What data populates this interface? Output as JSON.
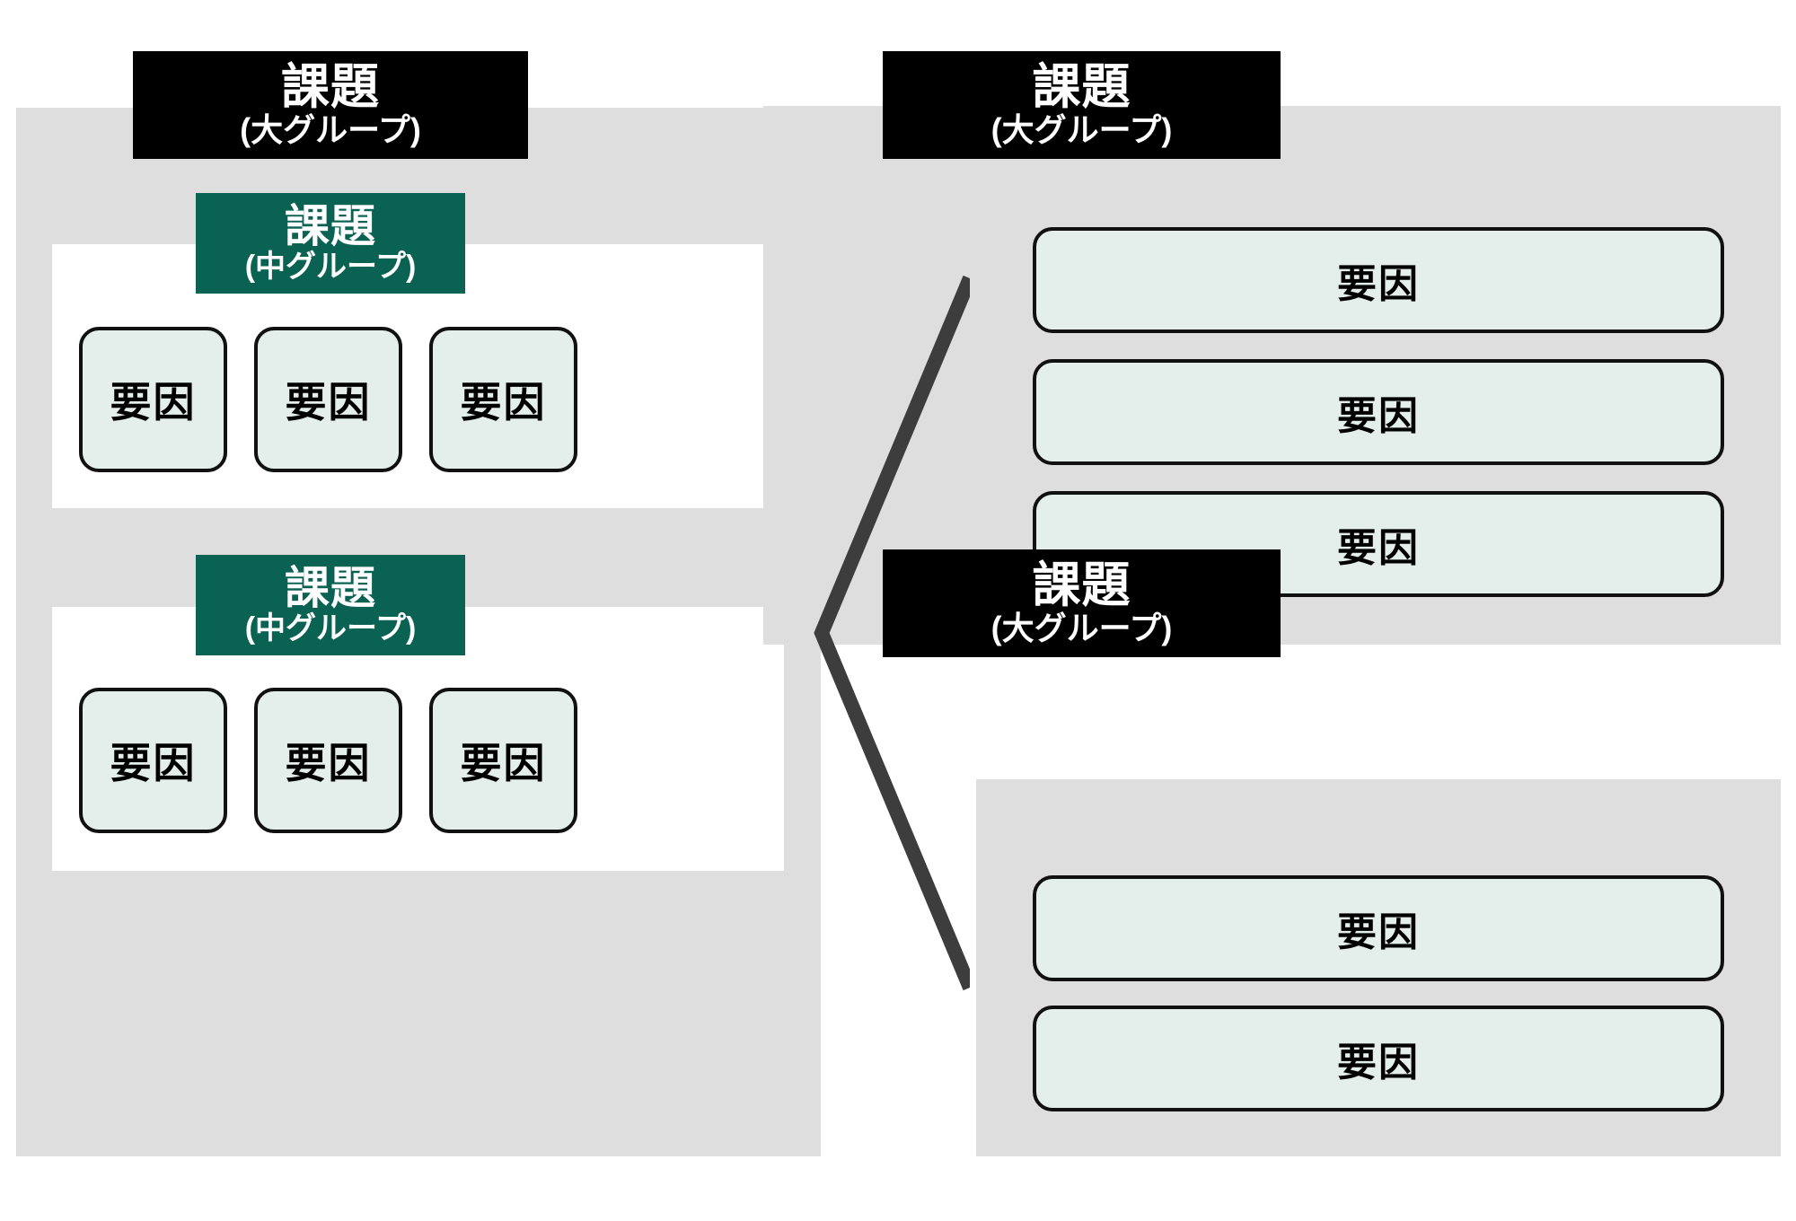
{
  "diagram": {
    "title_semantic": "issue-factor-grouping-diagram",
    "colors": {
      "panel_gray": "#dededf",
      "header_black": "#000000",
      "header_green": "#0a6253",
      "chip_fill": "#e4efeb",
      "chip_border": "#111111",
      "connector": "#3d3d3d",
      "white": "#ffffff"
    },
    "labels": {
      "issue": "課題",
      "large_group": "(大グループ)",
      "medium_group": "(中グループ)",
      "factor": "要因"
    }
  },
  "left_panel": {
    "header": {
      "line1": "課題",
      "line2": "(大グループ)"
    },
    "subgroups": [
      {
        "header": {
          "line1": "課題",
          "line2": "(中グループ)"
        },
        "factors": [
          {
            "label": "要因"
          },
          {
            "label": "要因"
          },
          {
            "label": "要因"
          }
        ]
      },
      {
        "header": {
          "line1": "課題",
          "line2": "(中グループ)"
        },
        "factors": [
          {
            "label": "要因"
          },
          {
            "label": "要因"
          },
          {
            "label": "要因"
          }
        ]
      }
    ]
  },
  "right_panels": [
    {
      "header": {
        "line1": "課題",
        "line2": "(大グループ)"
      },
      "factors": [
        {
          "label": "要因"
        },
        {
          "label": "要因"
        },
        {
          "label": "要因"
        }
      ]
    },
    {
      "header": {
        "line1": "課題",
        "line2": "(大グループ)"
      },
      "factors": [
        {
          "label": "要因"
        },
        {
          "label": "要因"
        }
      ]
    }
  ],
  "connector": {
    "name": "branch-chevron",
    "color": "#3d3d3d"
  }
}
